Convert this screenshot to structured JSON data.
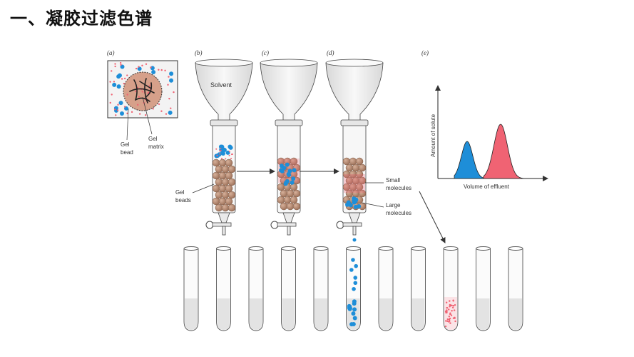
{
  "title": "一、凝胶过滤色谱",
  "panels": [
    "(a)",
    "(b)",
    "(c)",
    "(d)",
    "(e)"
  ],
  "labels": {
    "gel_bead": [
      "Gel",
      "bead"
    ],
    "gel_matrix": [
      "Gel",
      "matrix"
    ],
    "gel_beads": [
      "Gel",
      "beads"
    ],
    "solvent": "Solvent",
    "small_molecules": [
      "Small",
      "molecules"
    ],
    "large_molecules": [
      "Large",
      "molecules"
    ]
  },
  "chart_data": {
    "type": "area",
    "xlabel": "Volume of effluent",
    "ylabel": "Amount of solute",
    "series": [
      {
        "color": "#1e8ed8"
      },
      {
        "color": "#f06373"
      }
    ]
  },
  "colors": {
    "large_molecule": "#1e8ed8",
    "small_molecule": "#f06373",
    "gel_bead": "#b08268",
    "funnel": "#eeeeee",
    "tube_liquid": "#e3e3e3"
  },
  "tube_count": 11
}
